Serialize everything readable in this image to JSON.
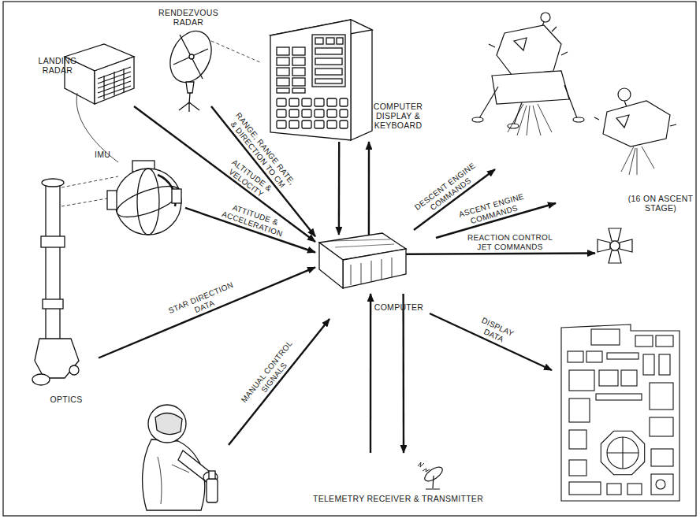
{
  "diagram": {
    "nodes": [
      {
        "text": [
          "RENDEZVOUS RADAR"
        ]
      },
      {
        "text": [
          "LANDING RADAR"
        ]
      },
      {
        "text": [
          "COMPUTER DISPLAY & KEYBOARD"
        ]
      },
      {
        "text": [
          "IMU"
        ]
      },
      {
        "text": [
          "OPTICS"
        ]
      },
      {
        "text": [
          "COMPUTER"
        ]
      },
      {
        "text": [
          "(16 ON ASCENT STAGE)"
        ]
      },
      {
        "text": [
          "TELEMETRY RECEIVER & TRANSMITTER"
        ]
      }
    ],
    "edges": [
      {
        "from": 0,
        "to": 5,
        "arrow": "to",
        "label": "RANGE, RANGE RATE, & DIRECTION TO CM"
      },
      {
        "from": 1,
        "to": 5,
        "arrow": "to",
        "label": "ALTITUDE & VELOCITY"
      },
      {
        "from": 2,
        "to": 5,
        "arrow": "to"
      },
      {
        "from": 5,
        "to": 2,
        "arrow": "to"
      },
      {
        "from": 3,
        "to": 5,
        "arrow": "to",
        "label": "ATTITUDE & ACCELERATION"
      },
      {
        "from": 4,
        "to": 5,
        "arrow": "to",
        "label": "STAR DIRECTION DATA"
      },
      {
        "from": 5,
        "to": 6,
        "arrow": "to",
        "label": "REACTION CONTROL JET COMMANDS"
      },
      {
        "from": 7,
        "to": 5,
        "arrow": "to"
      },
      {
        "from": 5,
        "to": 7,
        "arrow": "to"
      }
    ],
    "labels": [
      "DESCENT ENGINE COMMANDS",
      "ASCENT ENGINE COMMANDS",
      "DISPLAY DATA",
      "MANUAL CONTROL SIGNALS"
    ]
  }
}
